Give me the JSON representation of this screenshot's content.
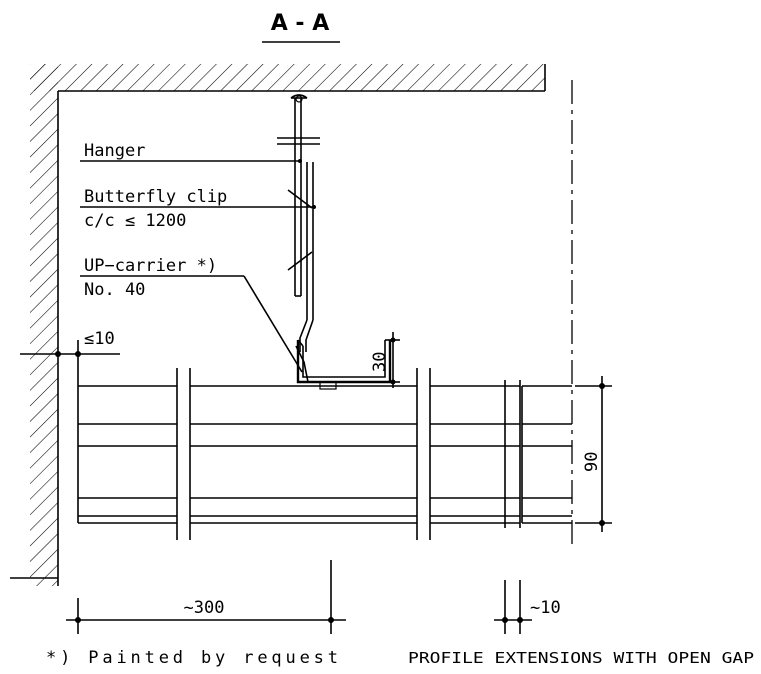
{
  "section_title": "A - A",
  "labels": {
    "hanger": "Hanger",
    "butterfly_clip": "Butterfly clip",
    "spacing": "c/c ≤ 1200",
    "up_carrier": "UP−carrier *)",
    "carrier_no": "No. 40",
    "wall_gap": "≤10",
    "carrier_height": "30",
    "profile_height": "90",
    "panel_width": "~300",
    "open_gap": "~10",
    "footnote": "*) Painted by request",
    "caption": "PROFILE EXTENSIONS WITH OPEN GAP"
  }
}
